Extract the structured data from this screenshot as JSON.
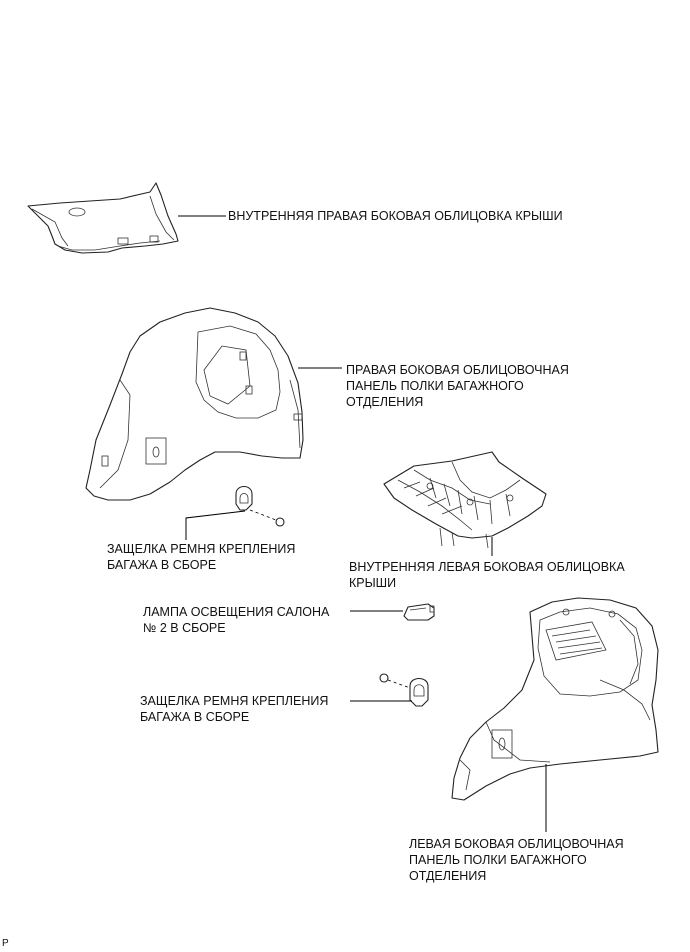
{
  "labels": {
    "upper_right_roof_side_garnish": [
      "ВНУТРЕННЯЯ ПРАВАЯ БОКОВАЯ ОБЛИЦОВКА КРЫШИ"
    ],
    "rh_deck_trim_side_panel": [
      "ПРАВАЯ БОКОВАЯ ОБЛИЦОВОЧНАЯ",
      "ПАНЕЛЬ ПОЛКИ БАГАЖНОГО",
      "ОТДЕЛЕНИЯ"
    ],
    "luggage_hold_belt_striker_1": [
      "ЗАЩЕЛКА РЕМНЯ КРЕПЛЕНИЯ",
      "БАГАЖА В СБОРЕ"
    ],
    "upper_left_roof_side_garnish": [
      "ВНУТРЕННЯЯ ЛЕВАЯ БОКОВАЯ ОБЛИЦОВКА",
      "КРЫШИ"
    ],
    "room_lamp_no2": [
      "ЛАМПА ОСВЕЩЕНИЯ САЛОНА",
      "№ 2 В СБОРЕ"
    ],
    "luggage_hold_belt_striker_2": [
      "ЗАЩЕЛКА РЕМНЯ КРЕПЛЕНИЯ",
      "БАГАЖА В СБОРЕ"
    ],
    "lh_deck_trim_side_panel": [
      "ЛЕВАЯ БОКОВАЯ ОБЛИЦОВОЧНАЯ",
      "ПАНЕЛЬ ПОЛКИ БАГАЖНОГО",
      "ОТДЕЛЕНИЯ"
    ]
  },
  "corner_mark": "P"
}
